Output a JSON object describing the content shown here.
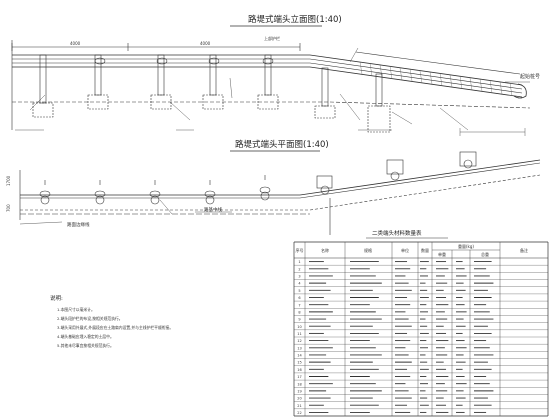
{
  "drawing": {
    "elevation_title": "路堤式端头立面图(1:40)",
    "plan_title": "路堤式端头平面图(1:40)",
    "table_title": "二类端头材料数量表",
    "notes_title": "说明:",
    "section_label": "路基中线",
    "road_surface_label": "路面边缘线",
    "notes": [
      "1.本图尺寸以毫米计。",
      "2.端头段护栏的布设,按相关规范执行。",
      "3.端头采用外展式,外展段应在土路肩内设置,并与主线护栏平顺衔接。",
      "4.端头基础应埋入稳定的土层中。",
      "5.其他未尽事宜按相关规范执行。"
    ],
    "table": {
      "headers": [
        "序号",
        "名称",
        "规格",
        "单位",
        "数量",
        "重量(kg)",
        "单重",
        "总重",
        "备注"
      ],
      "rows": [
        [
          "1",
          "",
          "",
          "",
          "",
          "",
          "",
          ""
        ],
        [
          "2",
          "",
          "",
          "",
          "",
          "",
          "",
          ""
        ],
        [
          "3",
          "",
          "",
          "",
          "",
          "",
          "",
          ""
        ],
        [
          "4",
          "",
          "",
          "",
          "",
          "",
          "",
          ""
        ],
        [
          "5",
          "",
          "",
          "",
          "",
          "",
          "",
          ""
        ],
        [
          "6",
          "",
          "",
          "",
          "",
          "",
          "",
          ""
        ],
        [
          "7",
          "",
          "",
          "",
          "",
          "",
          "",
          ""
        ],
        [
          "8",
          "",
          "",
          "",
          "",
          "",
          "",
          ""
        ],
        [
          "9",
          "",
          "",
          "",
          "",
          "",
          "",
          ""
        ],
        [
          "10",
          "",
          "",
          "",
          "",
          "",
          "",
          ""
        ],
        [
          "11",
          "",
          "",
          "",
          "",
          "",
          "",
          ""
        ],
        [
          "12",
          "",
          "",
          "",
          "",
          "",
          "",
          ""
        ],
        [
          "13",
          "",
          "",
          "",
          "",
          "",
          "",
          ""
        ],
        [
          "14",
          "",
          "",
          "",
          "",
          "",
          "",
          ""
        ],
        [
          "15",
          "",
          "",
          "",
          "",
          "",
          "",
          ""
        ],
        [
          "16",
          "",
          "",
          "",
          "",
          "",
          "",
          ""
        ],
        [
          "17",
          "",
          "",
          "",
          "",
          "",
          "",
          ""
        ],
        [
          "18",
          "",
          "",
          "",
          "",
          "",
          "",
          ""
        ],
        [
          "19",
          "",
          "",
          "",
          "",
          "",
          "",
          ""
        ],
        [
          "20",
          "",
          "",
          "",
          "",
          "",
          "",
          ""
        ],
        [
          "21",
          "",
          "",
          "",
          "",
          "",
          "",
          ""
        ],
        [
          "22",
          "",
          "",
          "",
          "",
          "",
          "",
          ""
        ]
      ]
    }
  }
}
